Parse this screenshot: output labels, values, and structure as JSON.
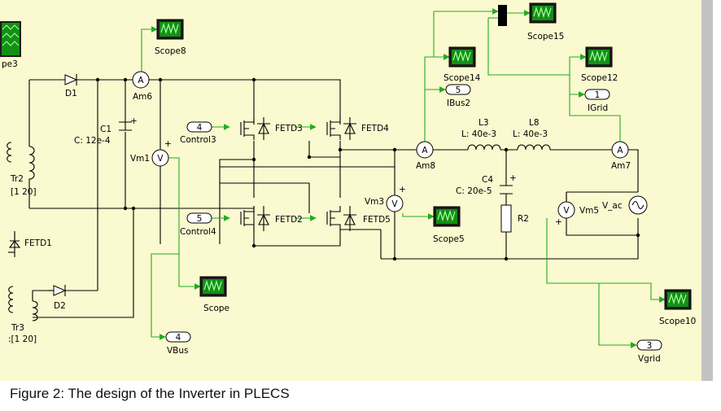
{
  "caption": "Figure 2: The design of the Inverter in PLECS",
  "colors": {
    "canvas": "#fbf9cf",
    "signal": "#22aa22",
    "wire": "#000000",
    "scope": "#128a12",
    "scrollbar": "#c3c3c3"
  },
  "components": {
    "scope3": "pe3",
    "scope8": "Scope8",
    "scope15": "Scope15",
    "scope14": "Scope14",
    "scope12": "Scope12",
    "scope5": "Scope5",
    "scope": "Scope",
    "scope10": "Scope10",
    "d1": "D1",
    "d2": "D2",
    "am6": "Am6",
    "am7": "Am7",
    "am8": "Am8",
    "c1_name": "C1",
    "c1_value": "C: 12e-4",
    "vm1": "Vm1",
    "vm3": "Vm3",
    "vm5": "Vm5",
    "v_ac": "V_ac",
    "control3": "Control3",
    "control4": "Control4",
    "fetd1": "FETD1",
    "fetd2": "FETD2",
    "fetd3": "FETD3",
    "fetd4": "FETD4",
    "fetd5": "FETD5",
    "tr2_name": "Tr2",
    "tr2_ratio": "[1 20]",
    "tr3_name": "Tr3",
    "tr3_ratio": ":[1 20]",
    "l3_name": "L3",
    "l3_value": "L: 40e-3",
    "l8_name": "L8",
    "l8_value": "L: 40e-3",
    "c4_name": "C4",
    "c4_value": "C: 20e-5",
    "r2": "R2"
  },
  "ports": {
    "in4_num": "4",
    "in5_num": "5",
    "out_ibus2_num": "5",
    "out_ibus2_label": "IBus2",
    "out_igrid_num": "1",
    "out_igrid_label": "IGrid",
    "out_vbus_num": "4",
    "out_vbus_label": "VBus",
    "out_vgrid_num": "3",
    "out_vgrid_label": "Vgrid"
  },
  "symbols": {
    "ammeter": "A",
    "voltmeter": "V",
    "plus": "+"
  }
}
